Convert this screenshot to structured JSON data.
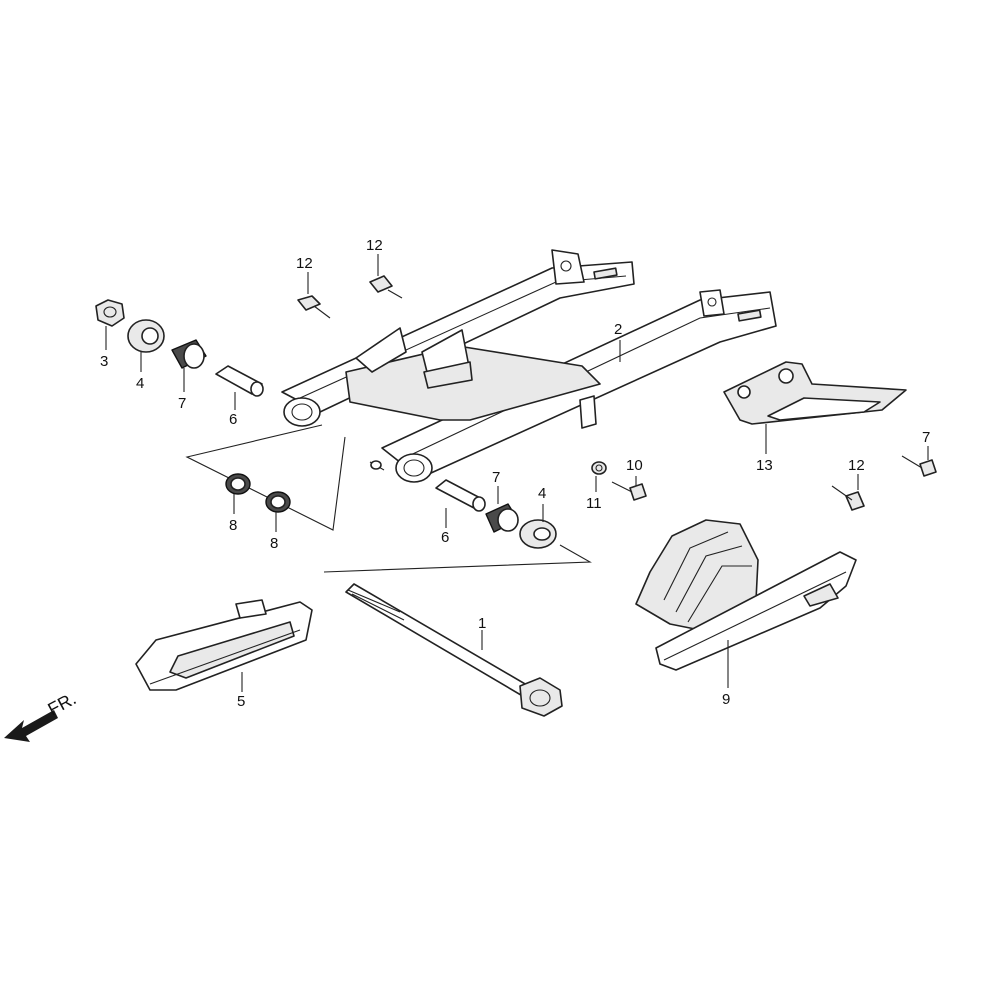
{
  "direction_label": "FR.",
  "callouts": {
    "c1": "1",
    "c2": "2",
    "c3": "3",
    "c4a": "4",
    "c4b": "4",
    "c5": "5",
    "c6a": "6",
    "c6b": "6",
    "c7a": "7",
    "c7b": "7",
    "c7c": "7",
    "c8a": "8",
    "c8b": "8",
    "c9": "9",
    "c10": "10",
    "c11": "11",
    "c12a": "12",
    "c12b": "12",
    "c12c": "12",
    "c13": "13"
  },
  "icons": {
    "direction_arrow": "arrow-left-down-icon"
  }
}
